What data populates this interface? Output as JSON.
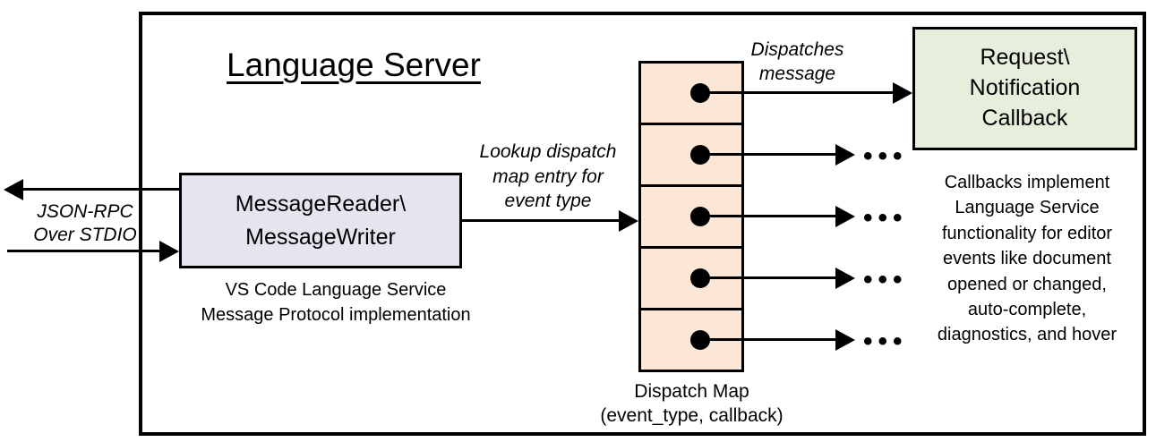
{
  "colors": {
    "outline": "#000000",
    "dispatch_map_fill": "#fce6d5",
    "message_rw_fill": "#e6e4ee",
    "callback_fill": "#e7efdc",
    "background": "#ffffff"
  },
  "language_server": {
    "title": "Language Server"
  },
  "stdio": {
    "label": "JSON-RPC\nOver STDIO"
  },
  "message_rw": {
    "label": "MessageReader\\\nMessageWriter",
    "caption": "VS Code Language Service\nMessage Protocol implementation"
  },
  "lookup_label": "Lookup dispatch\nmap entry for\nevent type",
  "dispatches_label": "Dispatches\nmessage",
  "dispatch_map": {
    "rows": 5,
    "caption": "Dispatch Map\n(event_type, callback)"
  },
  "callback_box": {
    "label": "Request\\\nNotification\nCallback"
  },
  "callbacks_note": "Callbacks implement\nLanguage Service\nfunctionality for editor\nevents like document\nopened or changed,\nauto-complete,\ndiagnostics, and hover",
  "ellipsis": "•••"
}
